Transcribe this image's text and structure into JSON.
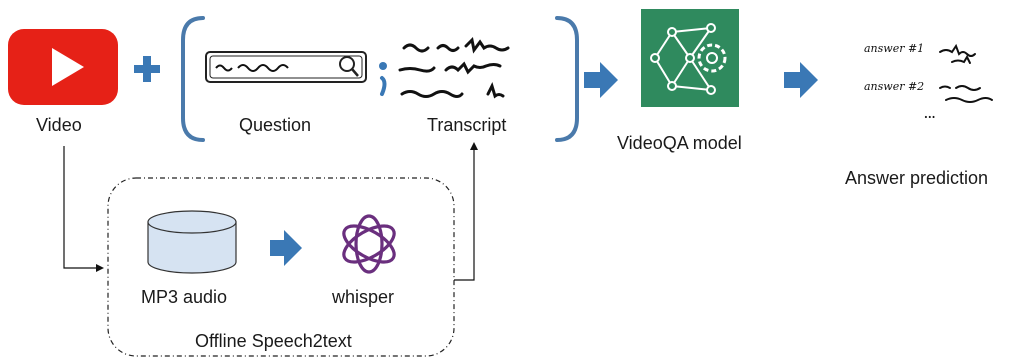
{
  "labels": {
    "video": "Video",
    "question": "Question",
    "transcript": "Transcript",
    "videoqa_model": "VideoQA model",
    "answer_prediction": "Answer prediction",
    "mp3_audio": "MP3 audio",
    "whisper": "whisper",
    "offline_group": "Offline Speech2text"
  },
  "answers": {
    "answer1": "answer #1",
    "answer2": "answer #2",
    "more": "..."
  },
  "colors": {
    "youtube_red": "#e62117",
    "arrow_blue": "#3a78b5",
    "bracket_blue": "#4a7aab",
    "model_green": "#2f8a5e",
    "whisper_purple": "#6a2f7e",
    "db_fill": "#d6e3f2"
  },
  "icons": {
    "video": "youtube-play-icon",
    "search": "search-icon",
    "model": "neural-network-gear-icon",
    "audio": "database-cylinder-icon",
    "whisper": "openai-whisper-icon"
  }
}
